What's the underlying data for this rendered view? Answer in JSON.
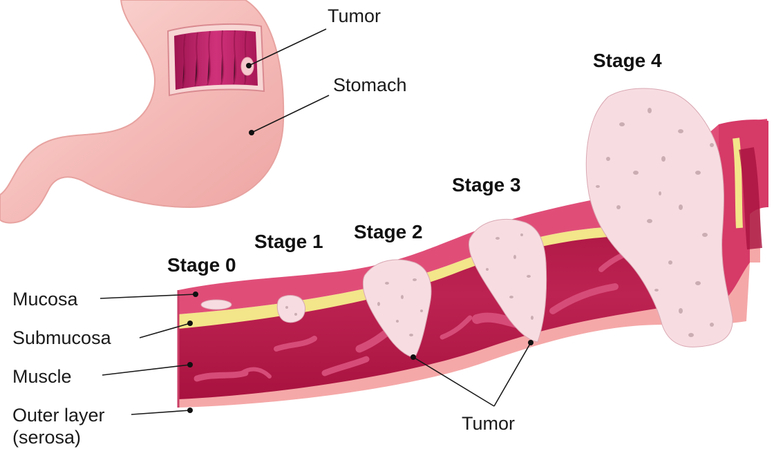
{
  "labels": {
    "tumor_top": "Tumor",
    "stomach": "Stomach",
    "mucosa": "Mucosa",
    "submucosa": "Submucosa",
    "muscle": "Muscle",
    "outer_layer_line1": "Outer layer",
    "outer_layer_line2": "(serosa)",
    "tumor_bottom": "Tumor"
  },
  "stages": {
    "stage0": "Stage 0",
    "stage1": "Stage 1",
    "stage2": "Stage 2",
    "stage3": "Stage 3",
    "stage4": "Stage 4"
  },
  "colors": {
    "stomach_body": "#f5c3c0",
    "stomach_interior": "#c2216a",
    "mucosa": "#e04e78",
    "submucosa": "#f3e58a",
    "muscle": "#b5174a",
    "serosa": "#f5a8a8",
    "tumor": "#f7dde2",
    "tumor_spots": "#b89aa0"
  }
}
